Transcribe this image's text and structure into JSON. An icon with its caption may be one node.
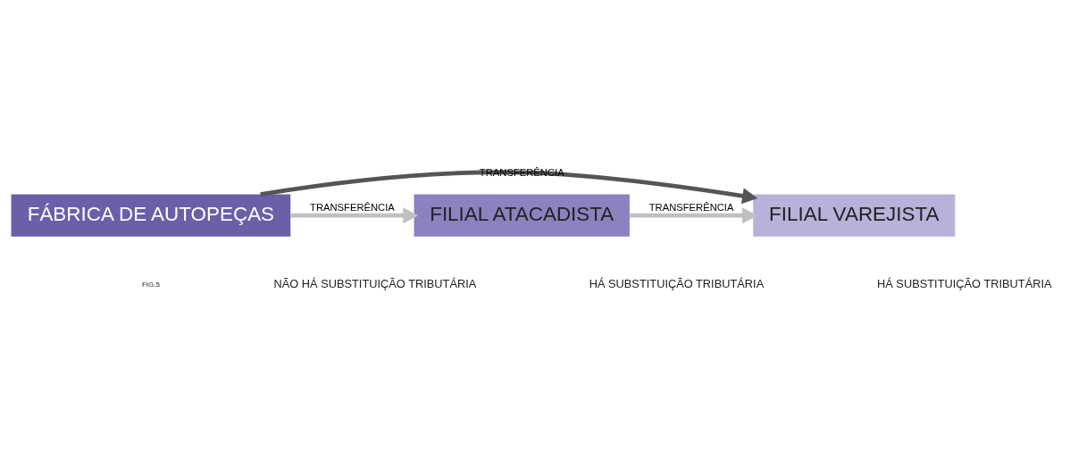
{
  "diagram": {
    "nodes": [
      {
        "text": [
          "FÁBRICA DE AUTOPEÇAS"
        ]
      },
      {
        "text": [
          "FILIAL ATACADISTA"
        ]
      },
      {
        "text": [
          "FILIAL VAREJISTA"
        ]
      }
    ],
    "edges": [
      {
        "from": 0,
        "to": 1,
        "arrow": "to",
        "label": "TRANSFERÊNCIA"
      },
      {
        "from": 1,
        "to": 2,
        "arrow": "to",
        "label": "TRANSFERÊNCIA"
      },
      {
        "from": 0,
        "to": 2,
        "arrow": "to",
        "label": "TRANSFERÊNCIA",
        "color": "#555555"
      }
    ],
    "labels": [
      "FIG.5",
      "NÃO HÁ SUBSTITUIÇÃO TRIBUTÁRIA",
      "HÁ SUBSTITUIÇÃO TRIBUTÁRIA",
      "HÁ SUBSTITUIÇÃO TRIBUTÁRIA"
    ]
  }
}
